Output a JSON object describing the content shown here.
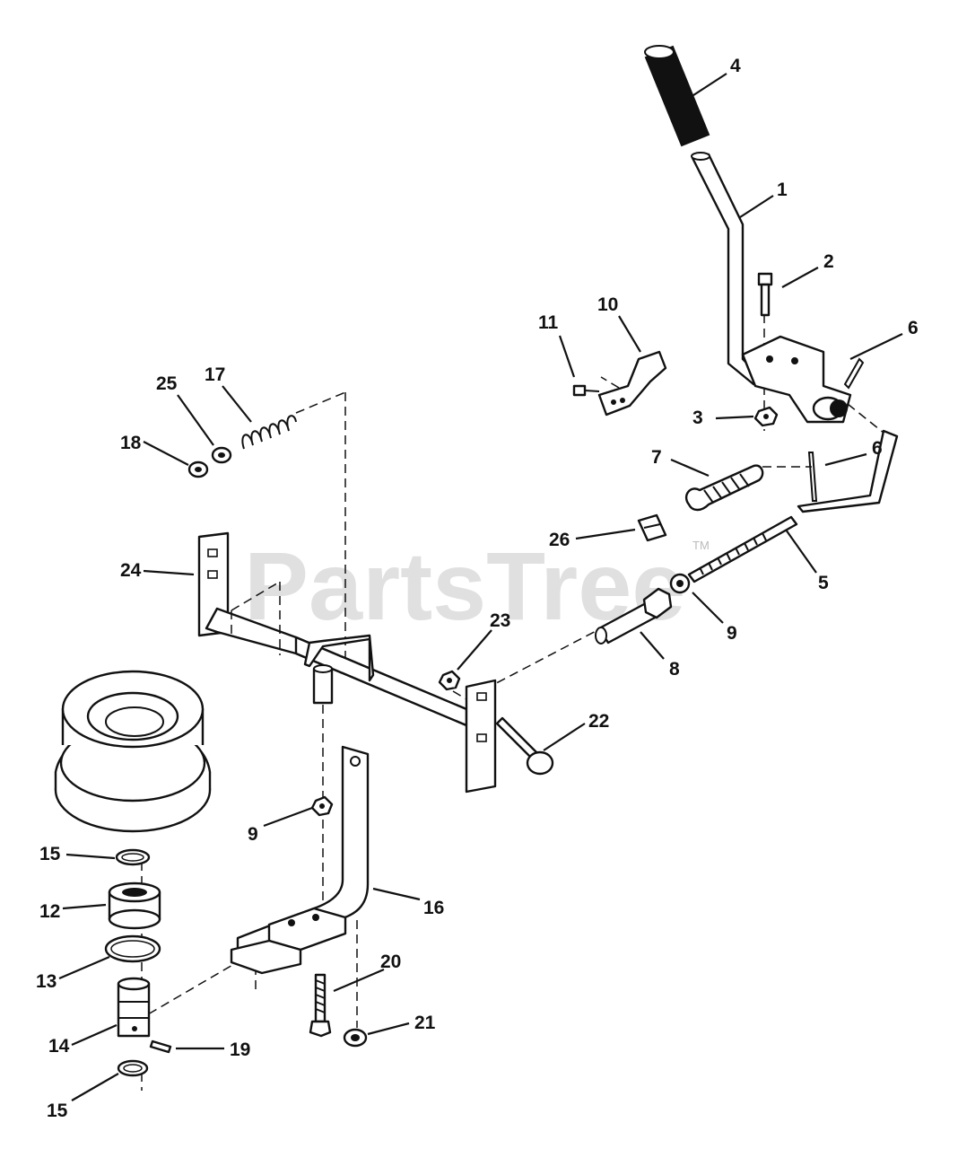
{
  "watermark": {
    "text": "PartsTree",
    "trademark": "TM"
  },
  "callouts": [
    {
      "id": "c4",
      "label": "4"
    },
    {
      "id": "c1",
      "label": "1"
    },
    {
      "id": "c2",
      "label": "2"
    },
    {
      "id": "c6a",
      "label": "6"
    },
    {
      "id": "c11",
      "label": "11"
    },
    {
      "id": "c10",
      "label": "10"
    },
    {
      "id": "c3",
      "label": "3"
    },
    {
      "id": "c17",
      "label": "17"
    },
    {
      "id": "c25",
      "label": "25"
    },
    {
      "id": "c18",
      "label": "18"
    },
    {
      "id": "c7",
      "label": "7"
    },
    {
      "id": "c6b",
      "label": "6"
    },
    {
      "id": "c26",
      "label": "26"
    },
    {
      "id": "c5",
      "label": "5"
    },
    {
      "id": "c24",
      "label": "24"
    },
    {
      "id": "c9a",
      "label": "9"
    },
    {
      "id": "c23",
      "label": "23"
    },
    {
      "id": "c8",
      "label": "8"
    },
    {
      "id": "c22",
      "label": "22"
    },
    {
      "id": "c9b",
      "label": "9"
    },
    {
      "id": "c16",
      "label": "16"
    },
    {
      "id": "c15a",
      "label": "15"
    },
    {
      "id": "c12",
      "label": "12"
    },
    {
      "id": "c13",
      "label": "13"
    },
    {
      "id": "c20",
      "label": "20"
    },
    {
      "id": "c14",
      "label": "14"
    },
    {
      "id": "c19",
      "label": "19"
    },
    {
      "id": "c21",
      "label": "21"
    },
    {
      "id": "c15b",
      "label": "15"
    }
  ]
}
